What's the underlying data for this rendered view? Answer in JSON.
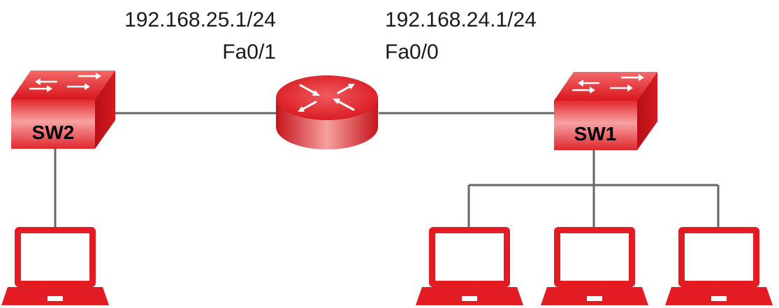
{
  "colors": {
    "device_red": "#e31b23",
    "wire": "#666666"
  },
  "router": {
    "icon": "router-icon"
  },
  "sw2": {
    "label": "SW2",
    "icon": "switch-icon"
  },
  "sw1": {
    "label": "SW1",
    "icon": "switch-icon"
  },
  "fa01": {
    "ip": "192.168.25.1/24",
    "port": "Fa0/1"
  },
  "fa00": {
    "ip": "192.168.24.1/24",
    "port": "Fa0/0"
  },
  "laptops": [
    {
      "icon": "laptop-icon"
    },
    {
      "icon": "laptop-icon"
    },
    {
      "icon": "laptop-icon"
    },
    {
      "icon": "laptop-icon"
    }
  ]
}
